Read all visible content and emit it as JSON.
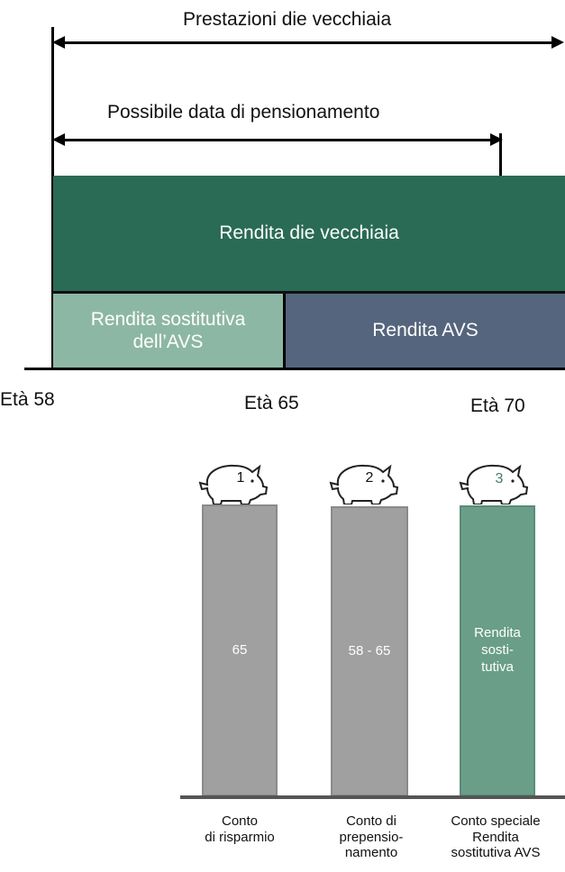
{
  "timeline": {
    "top_arrow_label": "Prestazioni die vecchiaia",
    "middle_arrow_label": "Possibile data di pensionamento",
    "block_main": "Rendita die vecchiaia",
    "block_left_line1": "Rendita sostitutiva",
    "block_left_line2": "dell’AVS",
    "block_right": "Rendita AVS",
    "ages": [
      "Età 58",
      "Età 65",
      "Età 70"
    ]
  },
  "colors": {
    "main_block": "#2a6b55",
    "left_block": "#8db7a5",
    "right_block": "#55657d",
    "pillar_gray": "#a0a0a0",
    "pillar_green": "#6a9e88"
  },
  "accounts": [
    {
      "number": "1",
      "pillar_text": "65",
      "caption": [
        "Conto",
        "di risparmio"
      ]
    },
    {
      "number": "2",
      "pillar_text": "58 - 65",
      "caption": [
        "Conto di",
        "prepensio-",
        "namento"
      ]
    },
    {
      "number": "3",
      "pillar_text": "Rendita sosti- tutiva",
      "pillar_lines": [
        "Rendita",
        "sosti-",
        "tutiva"
      ],
      "caption": [
        "Conto speciale",
        "Rendita",
        "sostitutiva AVS"
      ]
    }
  ],
  "icons": [
    "piggy-bank-icon",
    "piggy-bank-icon",
    "piggy-bank-icon"
  ]
}
